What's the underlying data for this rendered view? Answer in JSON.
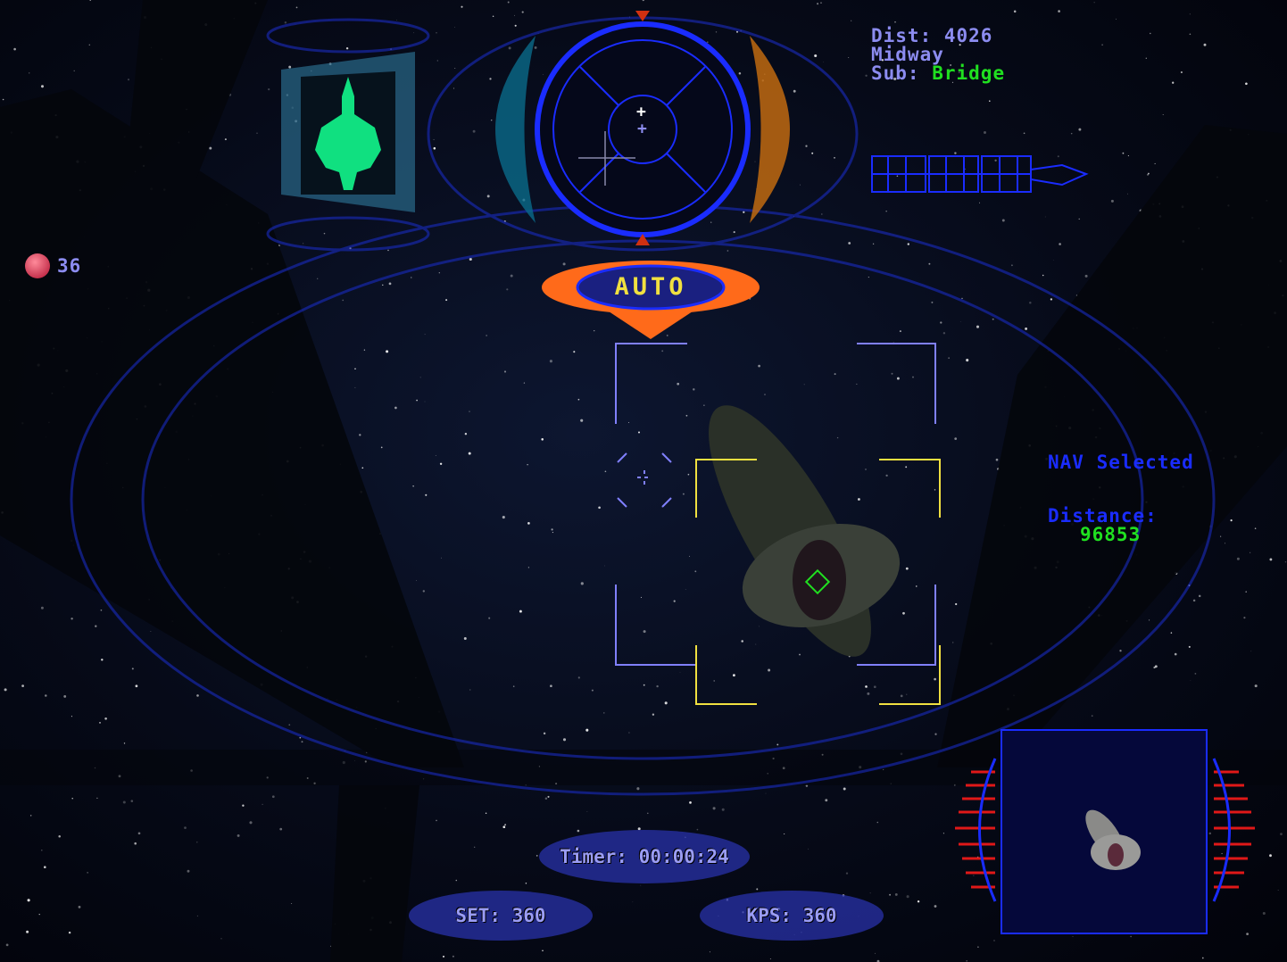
{
  "target_info": {
    "dist_label": "Dist: 4026",
    "name": "Midway",
    "sub_label": "Sub:",
    "sub_value": "Bridge"
  },
  "nav": {
    "selected": "NAV Selected",
    "distance_label": "Distance:",
    "distance_value": "96853"
  },
  "autopilot": {
    "label": "AUTO"
  },
  "missiles": {
    "count": "36"
  },
  "timer": {
    "text": "Timer: 00:00:24"
  },
  "speed": {
    "set": "SET: 360",
    "kps": "KPS: 360"
  },
  "colors": {
    "hud_blue": "#1a2cff",
    "lavender": "#8c8cf0",
    "green": "#20e020",
    "orange": "#ff6a1a",
    "yellow": "#f0e040"
  }
}
